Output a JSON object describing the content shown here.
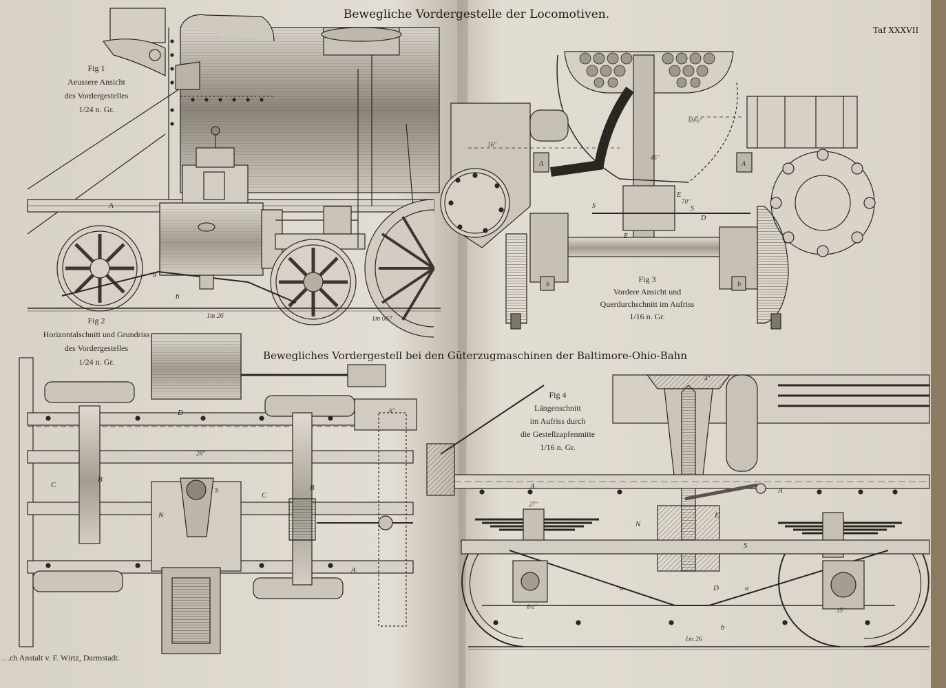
{
  "plate": {
    "header": "Bewegliche Vordergestelle der Locomotiven.",
    "plate_number": "Taf XXXVII",
    "subheader": "Bewegliches Vordergestell bei den Güterzugmaschinen der Baltimore-Ohio-Bahn",
    "imprint": "…ch Anstalt v. F. Wirtz, Darmstadt."
  },
  "figures": {
    "fig1": {
      "number": "Fig 1",
      "line1": "Aeussere Ansicht",
      "line2": "des Vordergestelles",
      "scale": "1/24 n. Gr."
    },
    "fig2": {
      "number": "Fig 2",
      "line1": "Horizontalschnitt und Grundriss",
      "line2": "des Vordergestelles",
      "scale": "1/24 n. Gr."
    },
    "fig3": {
      "number": "Fig 3",
      "line1": "Vordere Ansicht und",
      "line2": "Querdurchschnitt im Aufriss",
      "scale": "1/16 n. Gr."
    },
    "fig4": {
      "number": "Fig 4",
      "line1": "Längenschnitt",
      "line2": "im Aufriss durch",
      "line3": "die Gestellzapfenmitte",
      "scale": "1/16 n. Gr."
    }
  },
  "scale_marks": {
    "fig1_a": "1m 26",
    "fig1_b": "1m 067",
    "fig4": "1m 26"
  },
  "labels": {
    "A": "A",
    "B": "B",
    "C": "C",
    "D": "D",
    "E": "E",
    "N": "N",
    "S": "S",
    "a": "a",
    "b": "b"
  },
  "dimensions": {
    "d1": "16\"",
    "d2": "45\"",
    "d3": "69½\"",
    "d4": "70\"",
    "d5": "6\"",
    "d6": "28\"",
    "d7": "27\"",
    "d8": "6½\"",
    "d9": "15\"",
    "d10": "4\""
  }
}
